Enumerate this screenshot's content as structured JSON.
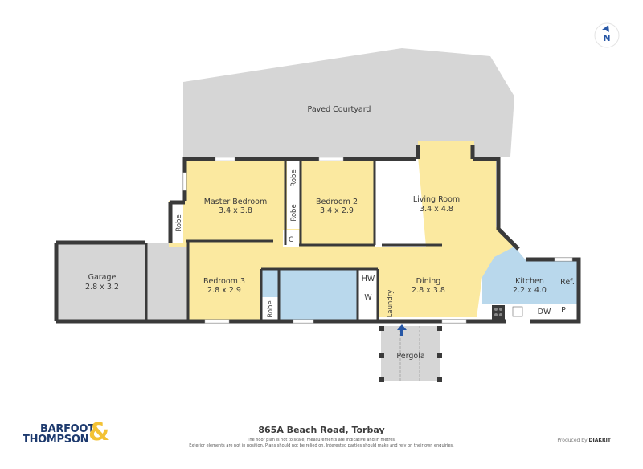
{
  "compass": {
    "label": "N",
    "icon": "north-arrow-icon"
  },
  "outdoor": {
    "courtyard": "Paved Courtyard",
    "pergola": "Pergola"
  },
  "rooms": {
    "master": {
      "name": "Master Bedroom",
      "size": "3.4 x 3.8"
    },
    "bed2": {
      "name": "Bedroom 2",
      "size": "3.4 x 2.9"
    },
    "bed3": {
      "name": "Bedroom 3",
      "size": "2.8 x 2.9"
    },
    "living": {
      "name": "Living Room",
      "size": "3.4 x 4.8"
    },
    "dining": {
      "name": "Dining",
      "size": "2.8 x 3.8"
    },
    "kitchen": {
      "name": "Kitchen",
      "size": "2.2 x 4.0"
    },
    "garage": {
      "name": "Garage",
      "size": "2.8 x 3.2"
    }
  },
  "labels": {
    "robe": "Robe",
    "cupboard": "C",
    "hot_water": "HW",
    "washer": "W",
    "laundry": "Laundry",
    "fridge": "Ref.",
    "dishwasher": "DW",
    "pantry": "P"
  },
  "colors": {
    "living_fill": "#fbe9a0",
    "wet_fill": "#b9d8ec",
    "outdoor_fill": "#d6d6d6",
    "wall": "#3a3a3a",
    "accent_blue": "#2757a6",
    "brand_gold": "#f3c234",
    "brand_navy": "#1d3a6e"
  },
  "brand": {
    "line1": "BARFOOT",
    "line2": "THOMPSON",
    "amp": "&"
  },
  "footer": {
    "address": "865A Beach Road, Torbay",
    "note1": "The floor plan is not to scale; measurements are indicative and in metres.",
    "note2": "Exterior elements are not in position. Plans should not be relied on. Interested parties should make and rely on their own enquiries.",
    "produced_prefix": "Produced by",
    "produced_brand": "DIAKRIT"
  }
}
